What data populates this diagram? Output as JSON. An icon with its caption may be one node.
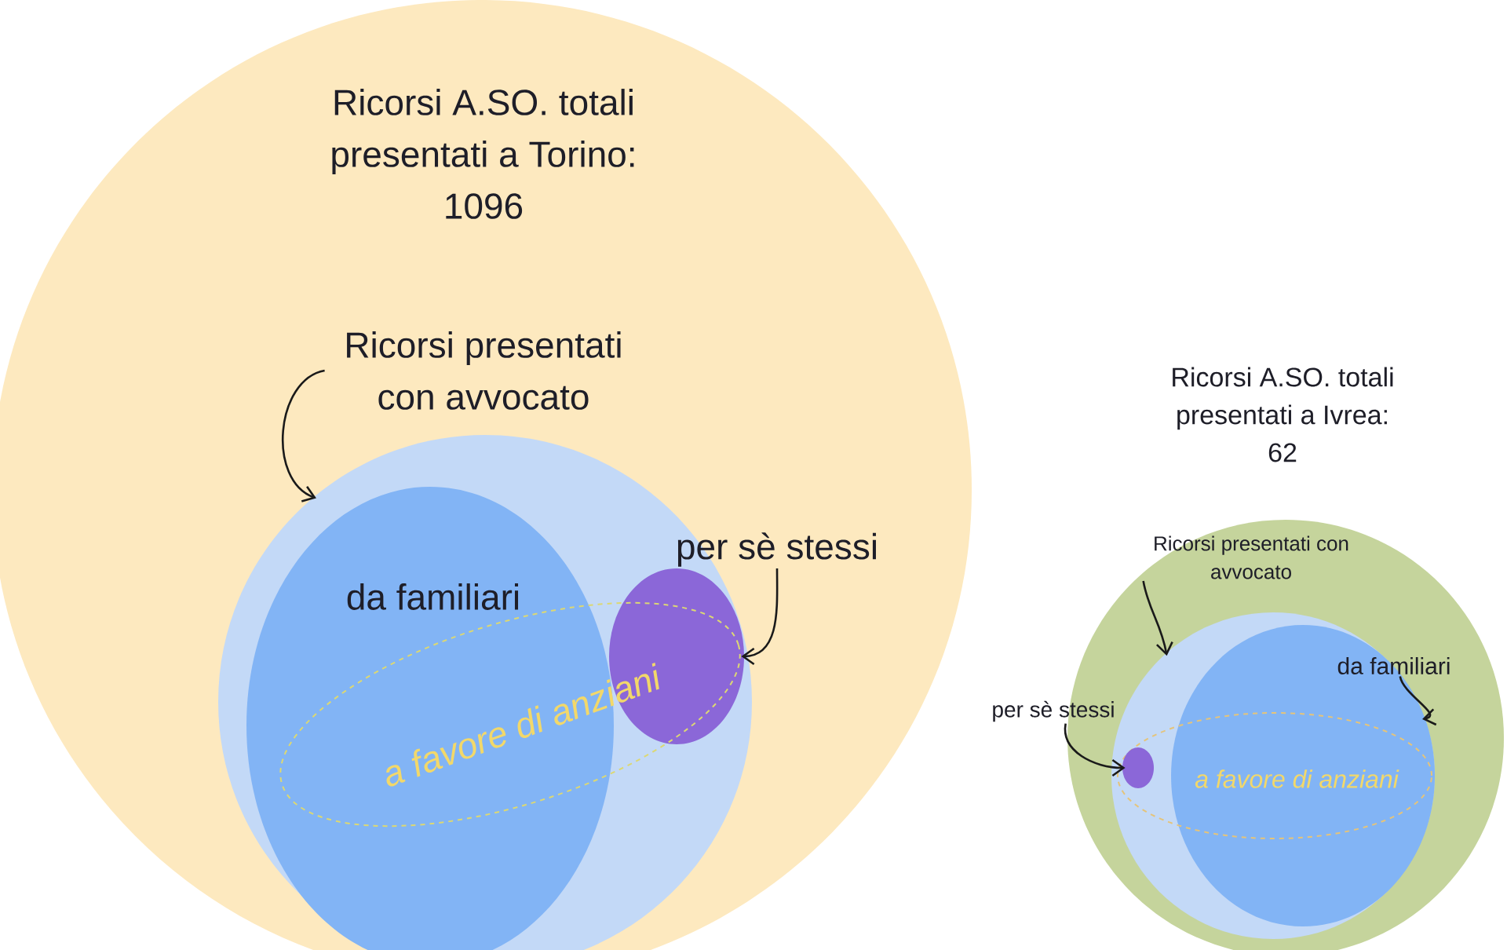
{
  "diagram": {
    "nodes": [
      {
        "text": [
          "Ricorsi A.SO. totali presentati a Torino: 1096"
        ]
      },
      {
        "text": [
          "Ricorsi presentati con avvocato"
        ],
        "in": 0
      },
      {
        "text": [],
        "shape": "circle",
        "in": 0
      },
      {
        "text": [
          "da familiari"
        ],
        "in": 2
      },
      {
        "text": [
          "per sè stessi"
        ],
        "in": 0
      },
      {
        "text": [],
        "shape": "circle",
        "in": 2
      },
      {
        "text": [
          "a favore di anziani"
        ],
        "in": 2
      },
      {
        "text": [
          "Ricorsi A.SO. totali presentati a Ivrea: 62"
        ]
      },
      {
        "text": [
          "Ricorsi presentati con avvocato"
        ],
        "in": 7
      },
      {
        "text": [],
        "shape": "circle",
        "in": 7
      },
      {
        "text": [
          "da familiari"
        ],
        "in": 7
      },
      {
        "text": [],
        "shape": "circle",
        "in": 9
      },
      {
        "text": [
          "per sè stessi"
        ]
      },
      {
        "text": [
          "a favore di anziani"
        ],
        "in": 9
      },
      {
        "text": [],
        "shape": "circle",
        "in": 13
      }
    ],
    "edges": [
      {
        "from": 1,
        "to": 2,
        "arrow": "to"
      },
      {
        "from": 4,
        "to": 5,
        "arrow": "to"
      },
      {
        "from": 8,
        "to": 9,
        "arrow": "to"
      },
      {
        "from": 10,
        "to": 11,
        "arrow": "to"
      },
      {
        "from": 12,
        "to": 14,
        "arrow": "to"
      }
    ]
  }
}
